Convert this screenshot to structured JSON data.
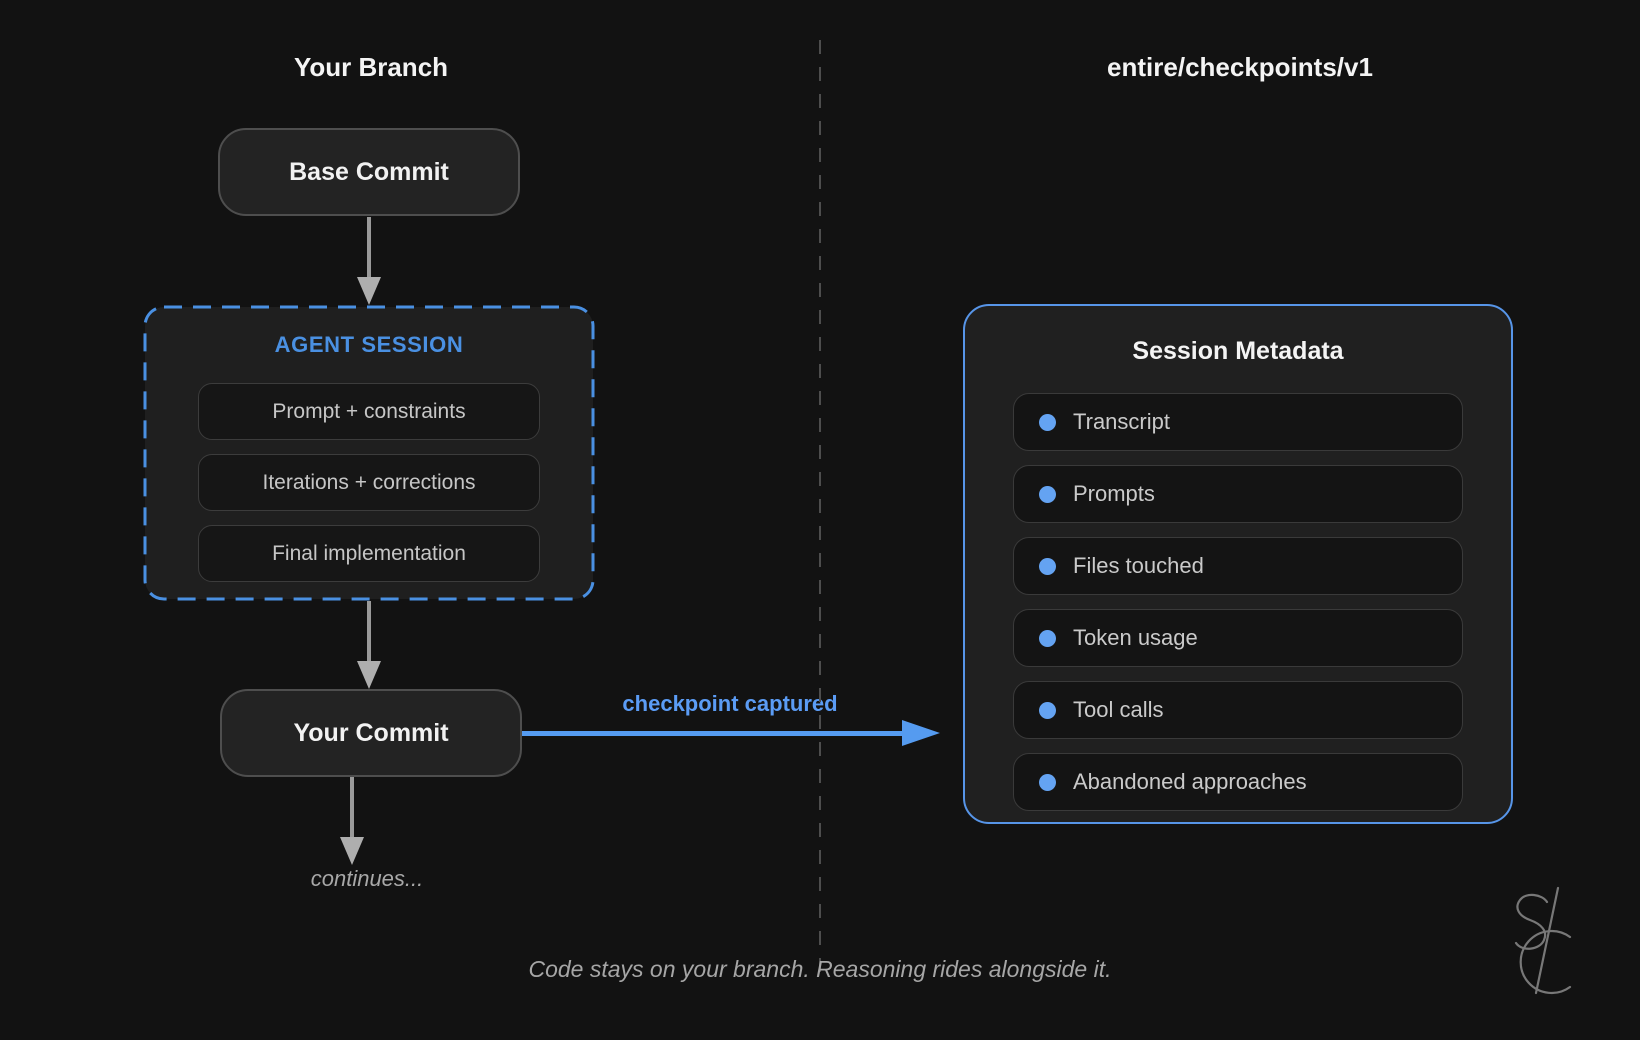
{
  "left_column": {
    "title": "Your Branch",
    "base_commit_label": "Base Commit",
    "agent_session": {
      "title": "AGENT SESSION",
      "steps": [
        "Prompt + constraints",
        "Iterations + corrections",
        "Final implementation"
      ]
    },
    "your_commit_label": "Your Commit",
    "continues_label": "continues..."
  },
  "right_column": {
    "title": "entire/checkpoints/v1",
    "session_metadata": {
      "title": "Session Metadata",
      "items": [
        "Transcript",
        "Prompts",
        "Files touched",
        "Token usage",
        "Tool calls",
        "Abandoned approaches"
      ]
    }
  },
  "checkpoint_arrow_label": "checkpoint captured",
  "caption": "Code stays on your branch. Reasoning rides alongside it.",
  "icons": {
    "logo": "sc-monogram",
    "bullet": "blue-dot"
  },
  "colors": {
    "background": "#121212",
    "accent_blue_border": "#4a90e2",
    "accent_blue_panel": "#5795e8",
    "arrow_blue": "#559bf0",
    "label_blue": "#5b9cf5",
    "bullet_blue": "#64a3f2",
    "arrow_grey": "#9a9a9a",
    "text_primary": "#f4f4f4",
    "text_secondary": "#c6c6c6",
    "text_muted": "#a6a6a6"
  }
}
